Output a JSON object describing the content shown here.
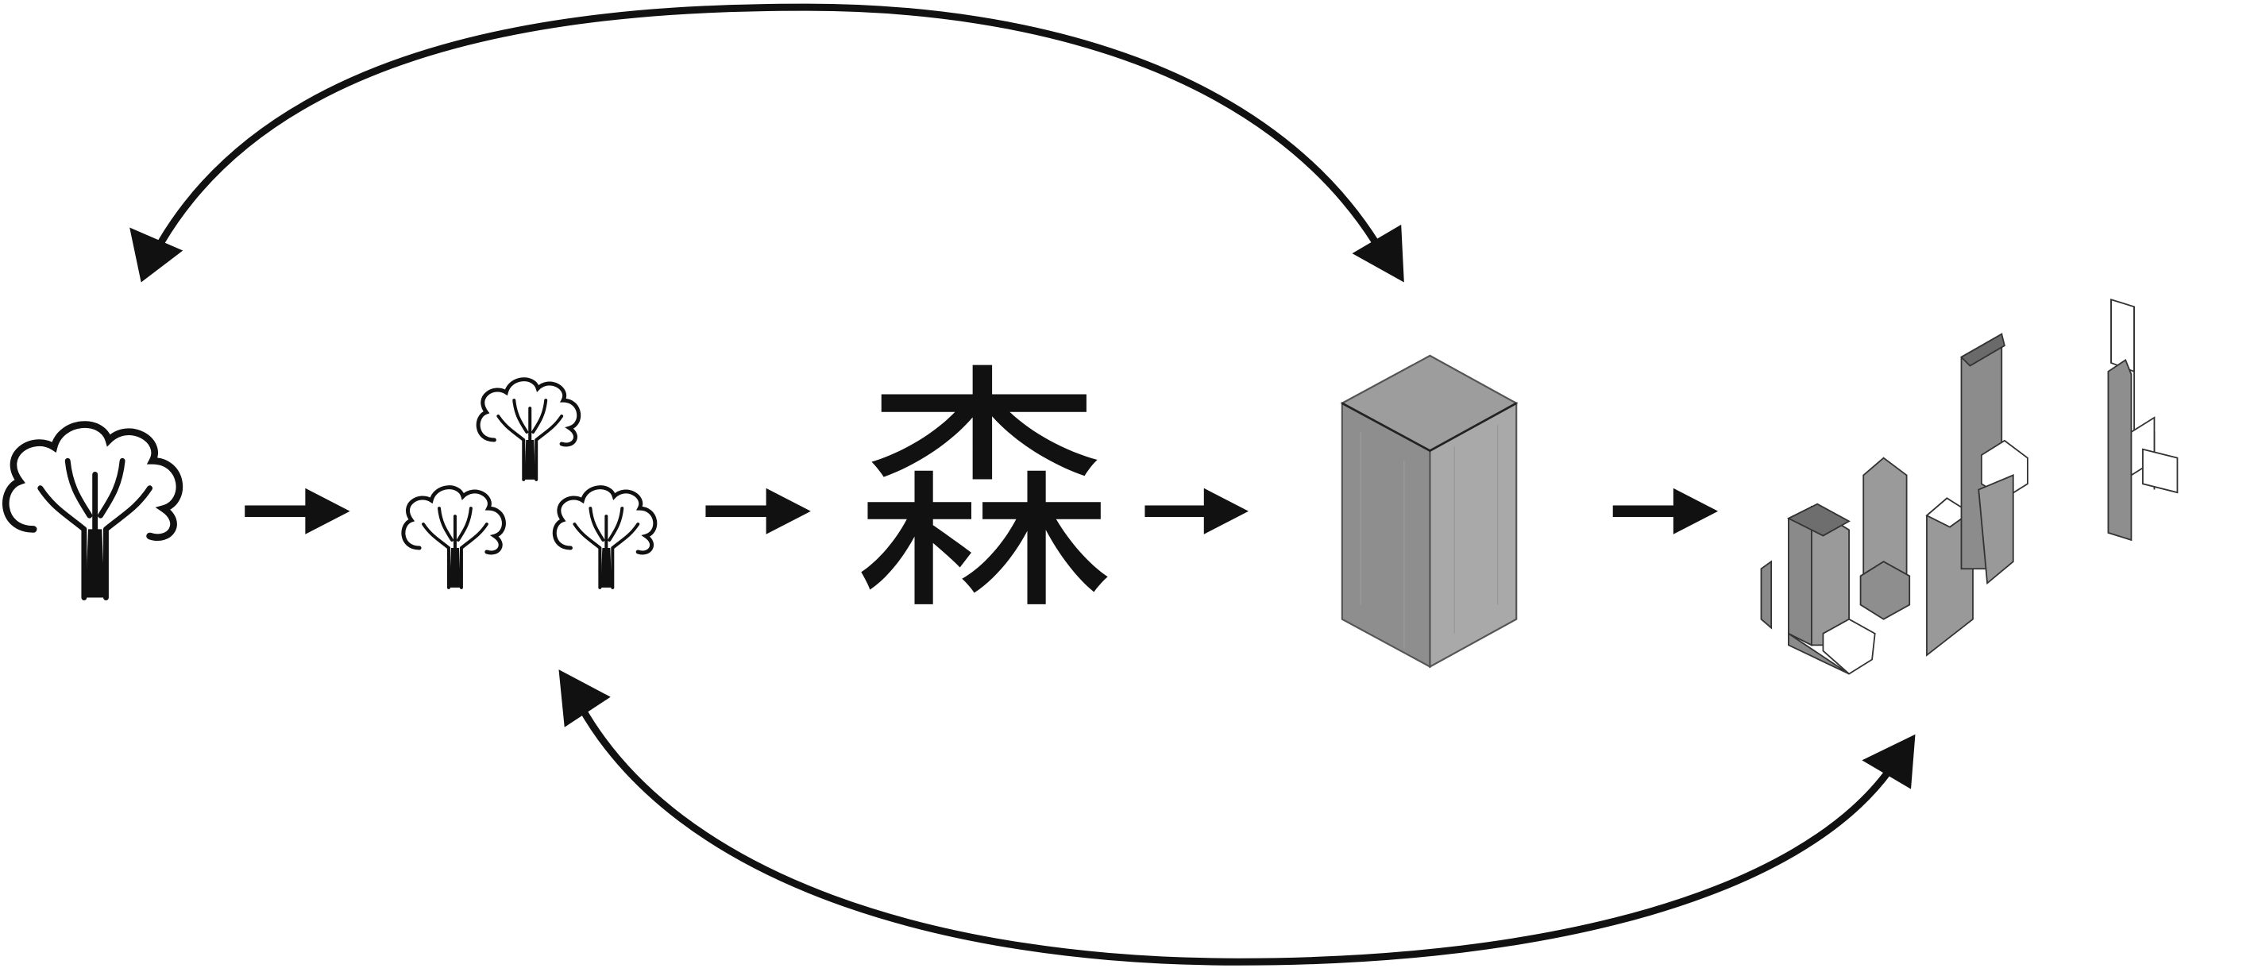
{
  "diagram": {
    "stages": [
      {
        "name": "single-tree",
        "icon": "tree-icon"
      },
      {
        "name": "tree-group",
        "icon": "three-trees-icon"
      },
      {
        "name": "forest-character",
        "text": "森"
      },
      {
        "name": "tower-block",
        "icon": "isometric-box-icon"
      },
      {
        "name": "dispersed-towers",
        "icon": "building-cluster-icon"
      }
    ],
    "colors": {
      "stroke": "#111111",
      "box_fill": "#8e8e8e",
      "box_top": "#9d9d9d",
      "box_side": "#a9a9a9"
    }
  }
}
